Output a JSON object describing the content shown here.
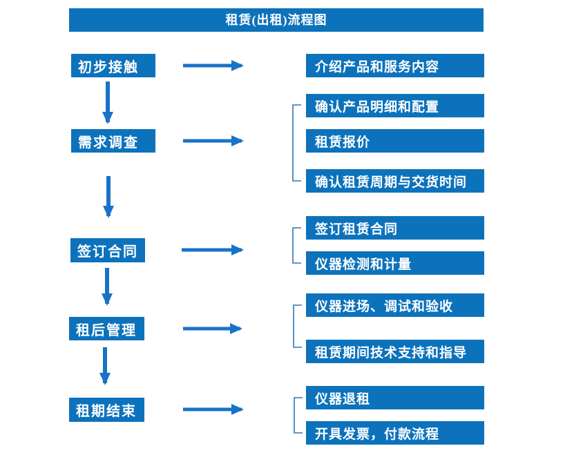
{
  "title": "租赁(出租)流程图",
  "colors": {
    "box_fill": "#0d72bc",
    "box_text": "#ffffff",
    "arrow": "#1872c8",
    "bracket": "#2e75b6",
    "background": "#ffffff"
  },
  "stages": [
    {
      "label": "初步接触",
      "outputs": [
        "介绍产品和服务内容"
      ]
    },
    {
      "label": "需求调查",
      "outputs": [
        "确认产品明细和配置",
        "租赁报价",
        "确认租赁周期与交货时间"
      ]
    },
    {
      "label": "签订合同",
      "outputs": [
        "签订租赁合同",
        "仪器检测和计量"
      ]
    },
    {
      "label": "租后管理",
      "outputs": [
        "仪器进场、调试和验收",
        "租赁期间技术支持和指导"
      ]
    },
    {
      "label": "租期结束",
      "outputs": [
        "仪器退租",
        "开具发票，付款流程"
      ]
    }
  ]
}
